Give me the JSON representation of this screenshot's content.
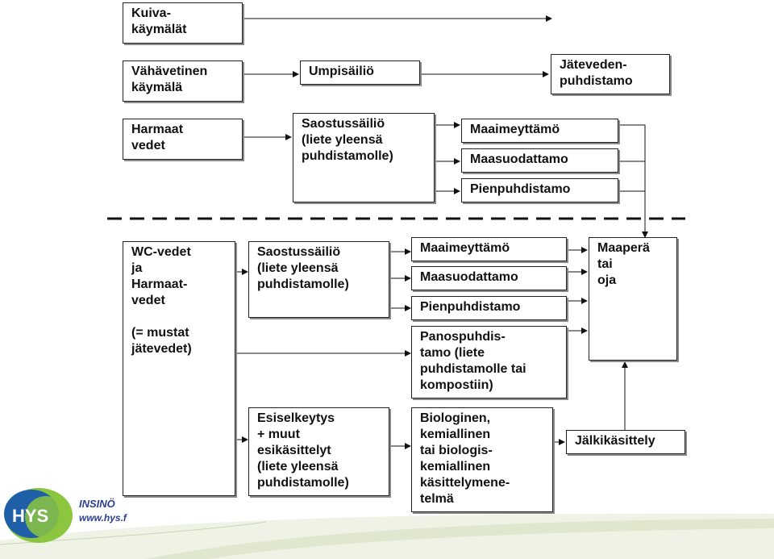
{
  "diagram": {
    "upper": {
      "kuivakaymalat": [
        "Kuiva-",
        "käymälät"
      ],
      "vahavetinen": [
        "Vähävetinen",
        "käymälä"
      ],
      "umpisailio": [
        "Umpisäiliö"
      ],
      "jatevedenpuhdistamo": [
        "Jäteveden-",
        "puhdistamo"
      ],
      "harmaat_vedet": [
        "Harmaat",
        "vedet"
      ],
      "saostussailio": [
        "Saostussäiliö",
        "(liete yleensä",
        "puhdistamolle)"
      ],
      "maaimeyttamo": [
        "Maaimeyttämö"
      ],
      "maasuodattamo": [
        "Maasuodattamo"
      ],
      "pienpuhdistamo": [
        "Pienpuhdistamo"
      ]
    },
    "lower": {
      "wc_vedet": [
        "WC-vedet",
        "ja",
        "Harmaat-",
        "vedet",
        "",
        "(= mustat",
        "jätevedet)"
      ],
      "saostussailio": [
        "Saostussäiliö",
        "(liete yleensä",
        "puhdistamolle)"
      ],
      "maaimeyttamo": [
        "Maaimeyttämö"
      ],
      "maasuodattamo": [
        "Maasuodattamo"
      ],
      "pienpuhdistamo": [
        "Pienpuhdistamo"
      ],
      "panospuhdistamo": [
        "Panospuhdis-",
        "tamo (liete",
        "puhdistamolle tai",
        "kompostiin)"
      ],
      "maapera": [
        "Maaperä",
        "tai",
        "oja"
      ],
      "esiselkeytys": [
        "Esiselkeytys",
        "+ muut",
        "esikäsittelyt",
        "(liete yleensä",
        "puhdistamolle)"
      ],
      "biologinen": [
        "Biologinen,",
        "kemiallinen",
        "tai biologis-",
        "kemiallinen",
        "käsittelymene-",
        "telmä"
      ],
      "jalkikasittely": [
        "Jälkikäsittely"
      ]
    }
  },
  "logo": {
    "letters": "HYS",
    "line1": "INSINÖ",
    "line2": "www.hys.f"
  },
  "colors": {
    "logo_green": "#8cc63f",
    "logo_blue": "#1f5fa8",
    "text_blue": "#2b3f8f"
  }
}
